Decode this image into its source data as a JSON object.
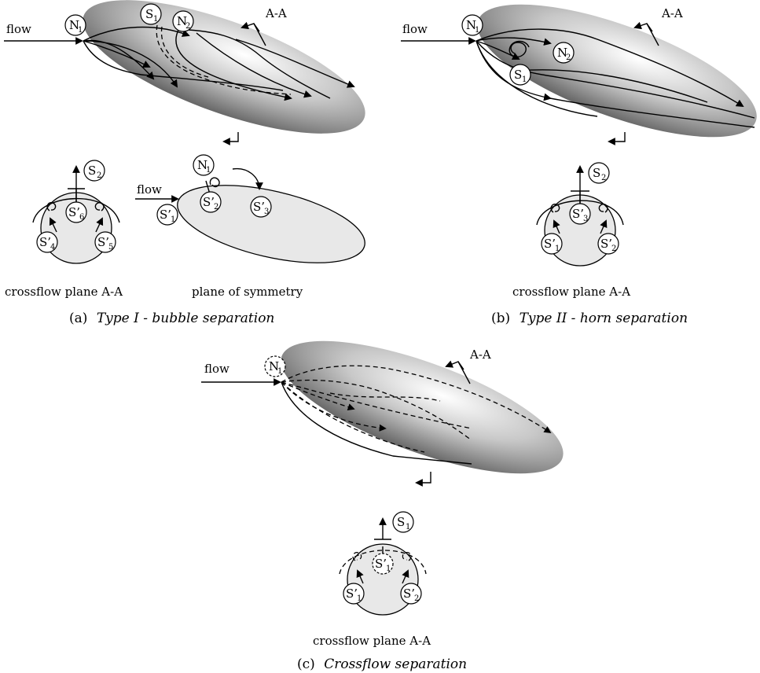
{
  "panel_a": {
    "flow": "flow",
    "section": "A-A",
    "body_nodes": [
      {
        "base": "N",
        "sub": "1"
      },
      {
        "base": "S",
        "sub": "1"
      },
      {
        "base": "N",
        "sub": "2"
      }
    ],
    "cross_nodes": [
      {
        "base": "S",
        "sub": "2"
      },
      {
        "base": "S’",
        "sub": "6"
      },
      {
        "base": "S’",
        "sub": "4"
      },
      {
        "base": "S’",
        "sub": "5"
      }
    ],
    "sym_flow": "flow",
    "sym_nodes": [
      {
        "base": "N",
        "sub": "1"
      },
      {
        "base": "S’",
        "sub": "2"
      },
      {
        "base": "S’",
        "sub": "3"
      },
      {
        "base": "S’",
        "sub": "1"
      }
    ],
    "cross_label": "crossflow plane A-A",
    "sym_label": "plane of symmetry",
    "caption_prefix": "(a)",
    "caption_text": "Type I - bubble separation"
  },
  "panel_b": {
    "flow": "flow",
    "section": "A-A",
    "body_nodes": [
      {
        "base": "N",
        "sub": "1"
      },
      {
        "base": "N",
        "sub": "2"
      },
      {
        "base": "S",
        "sub": "1"
      }
    ],
    "cross_nodes": [
      {
        "base": "S",
        "sub": "2"
      },
      {
        "base": "S’",
        "sub": "3"
      },
      {
        "base": "S’",
        "sub": "1"
      },
      {
        "base": "S’",
        "sub": "2"
      }
    ],
    "cross_label": "crossflow plane A-A",
    "caption_prefix": "(b)",
    "caption_text": "Type II - horn separation"
  },
  "panel_c": {
    "flow": "flow",
    "section": "A-A",
    "body_nodes": [
      {
        "base": "N",
        "sub": "1"
      }
    ],
    "cross_nodes": [
      {
        "base": "S",
        "sub": "1"
      },
      {
        "base": "S’",
        "sub": "1"
      },
      {
        "base": "S’",
        "sub": "2"
      },
      {
        "base": "S’",
        "sub": "1"
      }
    ],
    "cross_label": "crossflow plane A-A",
    "caption_prefix": "(c)",
    "caption_text": "Crossflow separation"
  }
}
